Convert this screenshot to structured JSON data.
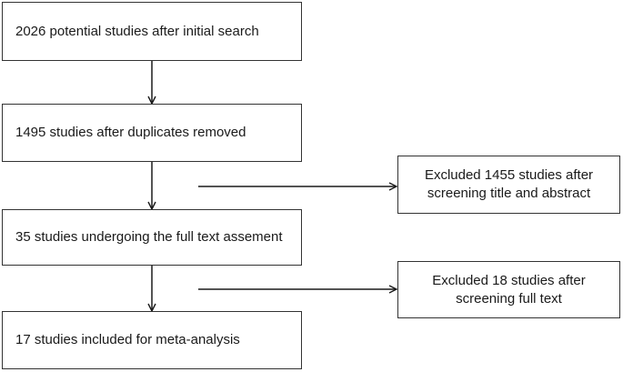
{
  "flow": {
    "steps": [
      {
        "text": "2026 potential studies after initial search"
      },
      {
        "text": "1495 studies after duplicates removed"
      },
      {
        "text": "35 studies undergoing the full text assement"
      },
      {
        "text": "17 studies included for meta-analysis"
      }
    ],
    "exclusions": [
      {
        "text": "Excluded 1455 studies after screening title and abstract"
      },
      {
        "text": "Excluded 18 studies after screening full text"
      }
    ]
  },
  "colors": {
    "border": "#333333",
    "arrow": "#1a1a1a",
    "background": "#ffffff"
  }
}
